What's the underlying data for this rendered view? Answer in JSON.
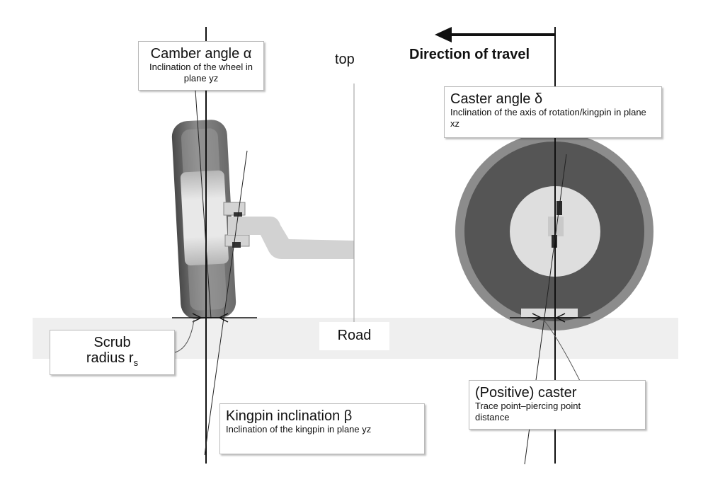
{
  "labels": {
    "top": "top",
    "direction": "Direction of travel",
    "road": "Road",
    "camber": {
      "title": "Camber angle α",
      "desc": "Inclination of the wheel in plane yz"
    },
    "caster_angle": {
      "title": "Caster angle δ",
      "desc": "Inclination of the axis of rotation/kingpin in plane xz"
    },
    "scrub": {
      "line1": "Scrub",
      "line2": "radius r",
      "sub": "s"
    },
    "kingpin": {
      "title": "Kingpin inclination β",
      "desc": "Inclination of the kingpin in plane yz"
    },
    "positive_caster": {
      "title": "(Positive) caster",
      "desc": "Trace point–piercing point distance"
    }
  },
  "colors": {
    "tire_outer": "#555555",
    "tire_mid": "#8c8c8c",
    "hub": "#dedede",
    "road": "#efefef",
    "arm": "#cfcfcf"
  }
}
